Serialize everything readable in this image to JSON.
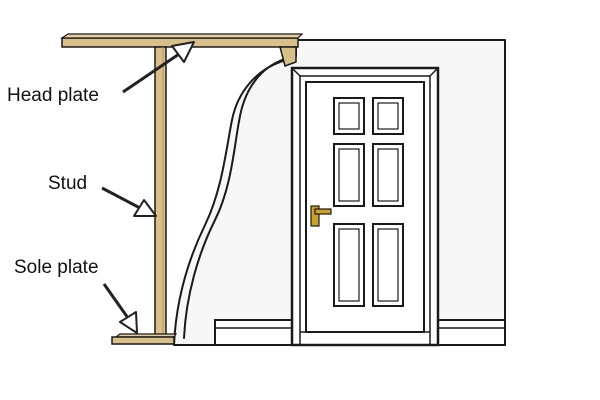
{
  "labels": {
    "head_plate": "Head plate",
    "stud": "Stud",
    "sole_plate": "Sole plate"
  },
  "colors": {
    "timber": "#d9bf8a",
    "timber_dark": "#b8975c",
    "wall": "#f7f7f7",
    "door": "#ffffff",
    "outline": "#1a1a1a",
    "arrow": "#222222",
    "handle": "#c9a227"
  }
}
